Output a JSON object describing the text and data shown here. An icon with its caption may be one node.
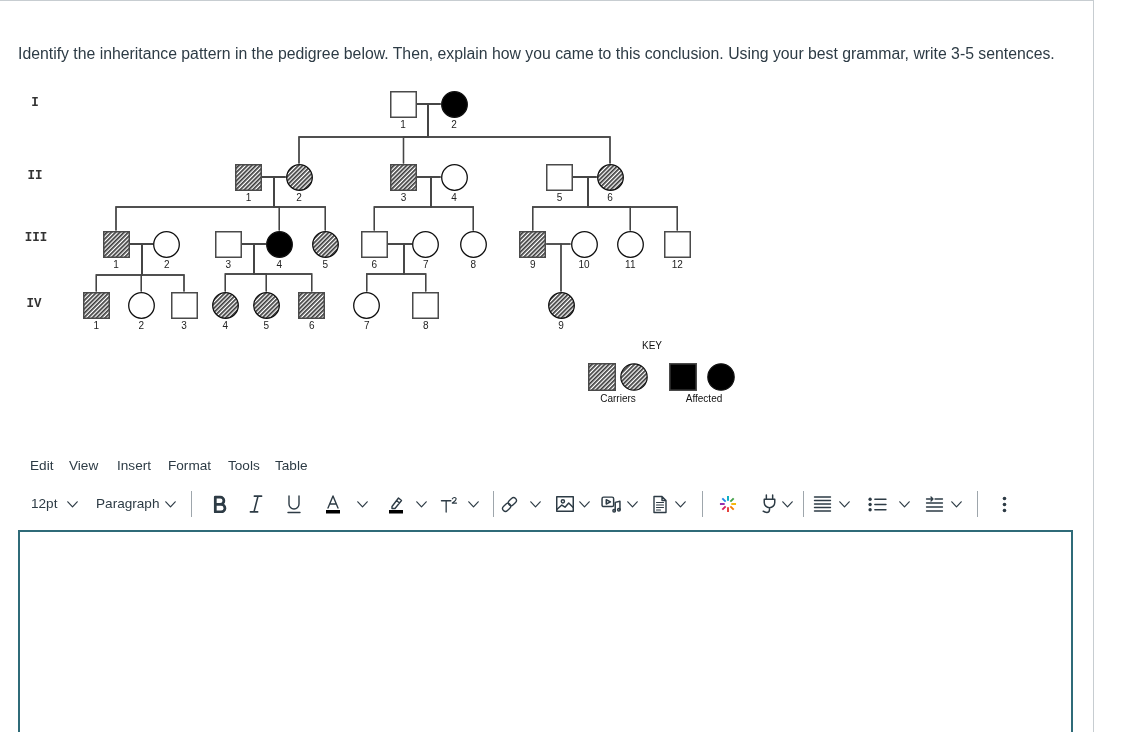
{
  "diagram": {
    "title": "Identify the inheritance pattern in the pedigree below. Then, explain how you came to this conclusion. Using your best grammar, write 3-5 sentences.",
    "nodes": [
      {
        "text": [
          "1"
        ]
      },
      {
        "text": [
          "2"
        ]
      },
      {
        "text": [
          "1"
        ]
      },
      {
        "text": [
          "2"
        ]
      },
      {
        "text": [
          "3"
        ]
      },
      {
        "text": [
          "4"
        ]
      },
      {
        "text": [
          "5"
        ]
      },
      {
        "text": [
          "6"
        ]
      },
      {
        "text": [
          "1"
        ]
      },
      {
        "text": [
          "2"
        ]
      },
      {
        "text": [
          "3"
        ]
      },
      {
        "text": [
          "4"
        ]
      },
      {
        "text": [
          "5"
        ]
      },
      {
        "text": [
          "6"
        ]
      },
      {
        "text": [
          "7"
        ]
      },
      {
        "text": [
          "8"
        ]
      },
      {
        "text": [
          "9"
        ]
      },
      {
        "text": [
          "10"
        ]
      },
      {
        "text": [
          "11"
        ]
      },
      {
        "text": [
          "12"
        ]
      },
      {
        "text": [
          "1"
        ]
      },
      {
        "text": [
          "2"
        ]
      },
      {
        "text": [
          "3"
        ]
      },
      {
        "text": [
          "4"
        ]
      },
      {
        "text": [
          "5"
        ]
      },
      {
        "text": [
          "6"
        ]
      },
      {
        "text": [
          "7"
        ]
      },
      {
        "text": [
          "8"
        ]
      },
      {
        "text": [
          "9"
        ]
      }
    ],
    "edges": [
      {
        "from": 0,
        "to": 1,
        "arrow": "none"
      },
      {
        "from": 0,
        "to": 3,
        "arrow": "none"
      },
      {
        "from": 0,
        "to": 4,
        "arrow": "none"
      },
      {
        "from": 0,
        "to": 7,
        "arrow": "none"
      },
      {
        "from": 1,
        "to": 3,
        "arrow": "none"
      },
      {
        "from": 1,
        "to": 4,
        "arrow": "none"
      },
      {
        "from": 1,
        "to": 7,
        "arrow": "none"
      },
      {
        "from": 2,
        "to": 3,
        "arrow": "none"
      },
      {
        "from": 2,
        "to": 8,
        "arrow": "none"
      },
      {
        "from": 2,
        "to": 11,
        "arrow": "none"
      },
      {
        "from": 2,
        "to": 12,
        "arrow": "none"
      },
      {
        "from": 3,
        "to": 8,
        "arrow": "none"
      },
      {
        "from": 3,
        "to": 11,
        "arrow": "none"
      },
      {
        "from": 3,
        "to": 12,
        "arrow": "none"
      },
      {
        "from": 4,
        "to": 5,
        "arrow": "none"
      },
      {
        "from": 4,
        "to": 13,
        "arrow": "none"
      },
      {
        "from": 4,
        "to": 15,
        "arrow": "none"
      },
      {
        "from": 5,
        "to": 13,
        "arrow": "none"
      },
      {
        "from": 5,
        "to": 15,
        "arrow": "none"
      },
      {
        "from": 6,
        "to": 7,
        "arrow": "none"
      },
      {
        "from": 6,
        "to": 16,
        "arrow": "none"
      },
      {
        "from": 6,
        "to": 18,
        "arrow": "none"
      },
      {
        "from": 6,
        "to": 19,
        "arrow": "none"
      },
      {
        "from": 7,
        "to": 16,
        "arrow": "none"
      },
      {
        "from": 7,
        "to": 18,
        "arrow": "none"
      },
      {
        "from": 7,
        "to": 19,
        "arrow": "none"
      },
      {
        "from": 8,
        "to": 9,
        "arrow": "none"
      },
      {
        "from": 8,
        "to": 20,
        "arrow": "none"
      },
      {
        "from": 8,
        "to": 21,
        "arrow": "none"
      },
      {
        "from": 8,
        "to": 22,
        "arrow": "none"
      },
      {
        "from": 9,
        "to": 20,
        "arrow": "none"
      },
      {
        "from": 9,
        "to": 21,
        "arrow": "none"
      },
      {
        "from": 9,
        "to": 22,
        "arrow": "none"
      },
      {
        "from": 10,
        "to": 11,
        "arrow": "none"
      },
      {
        "from": 10,
        "to": 23,
        "arrow": "none"
      },
      {
        "from": 10,
        "to": 24,
        "arrow": "none"
      },
      {
        "from": 10,
        "to": 25,
        "arrow": "none"
      },
      {
        "from": 11,
        "to": 23,
        "arrow": "none"
      },
      {
        "from": 11,
        "to": 24,
        "arrow": "none"
      },
      {
        "from": 11,
        "to": 25,
        "arrow": "none"
      },
      {
        "from": 13,
        "to": 14,
        "arrow": "none"
      },
      {
        "from": 13,
        "to": 26,
        "arrow": "none"
      },
      {
        "from": 13,
        "to": 27,
        "arrow": "none"
      },
      {
        "from": 14,
        "to": 26,
        "arrow": "none"
      },
      {
        "from": 14,
        "to": 27,
        "arrow": "none"
      },
      {
        "from": 16,
        "to": 17,
        "arrow": "none"
      },
      {
        "from": 16,
        "to": 28,
        "arrow": "none"
      },
      {
        "from": 17,
        "to": 28,
        "arrow": "none"
      }
    ],
    "labels": [
      "I",
      "II",
      "III",
      "IV",
      "KEY",
      "Edit",
      "View",
      "Insert",
      "Format",
      "Tools",
      "Table",
      "12pt",
      "Paragraph"
    ],
    "legend": [
      {
        "text": "Carriers"
      },
      {
        "text": "Affected",
        "color": "#000000"
      }
    ]
  }
}
